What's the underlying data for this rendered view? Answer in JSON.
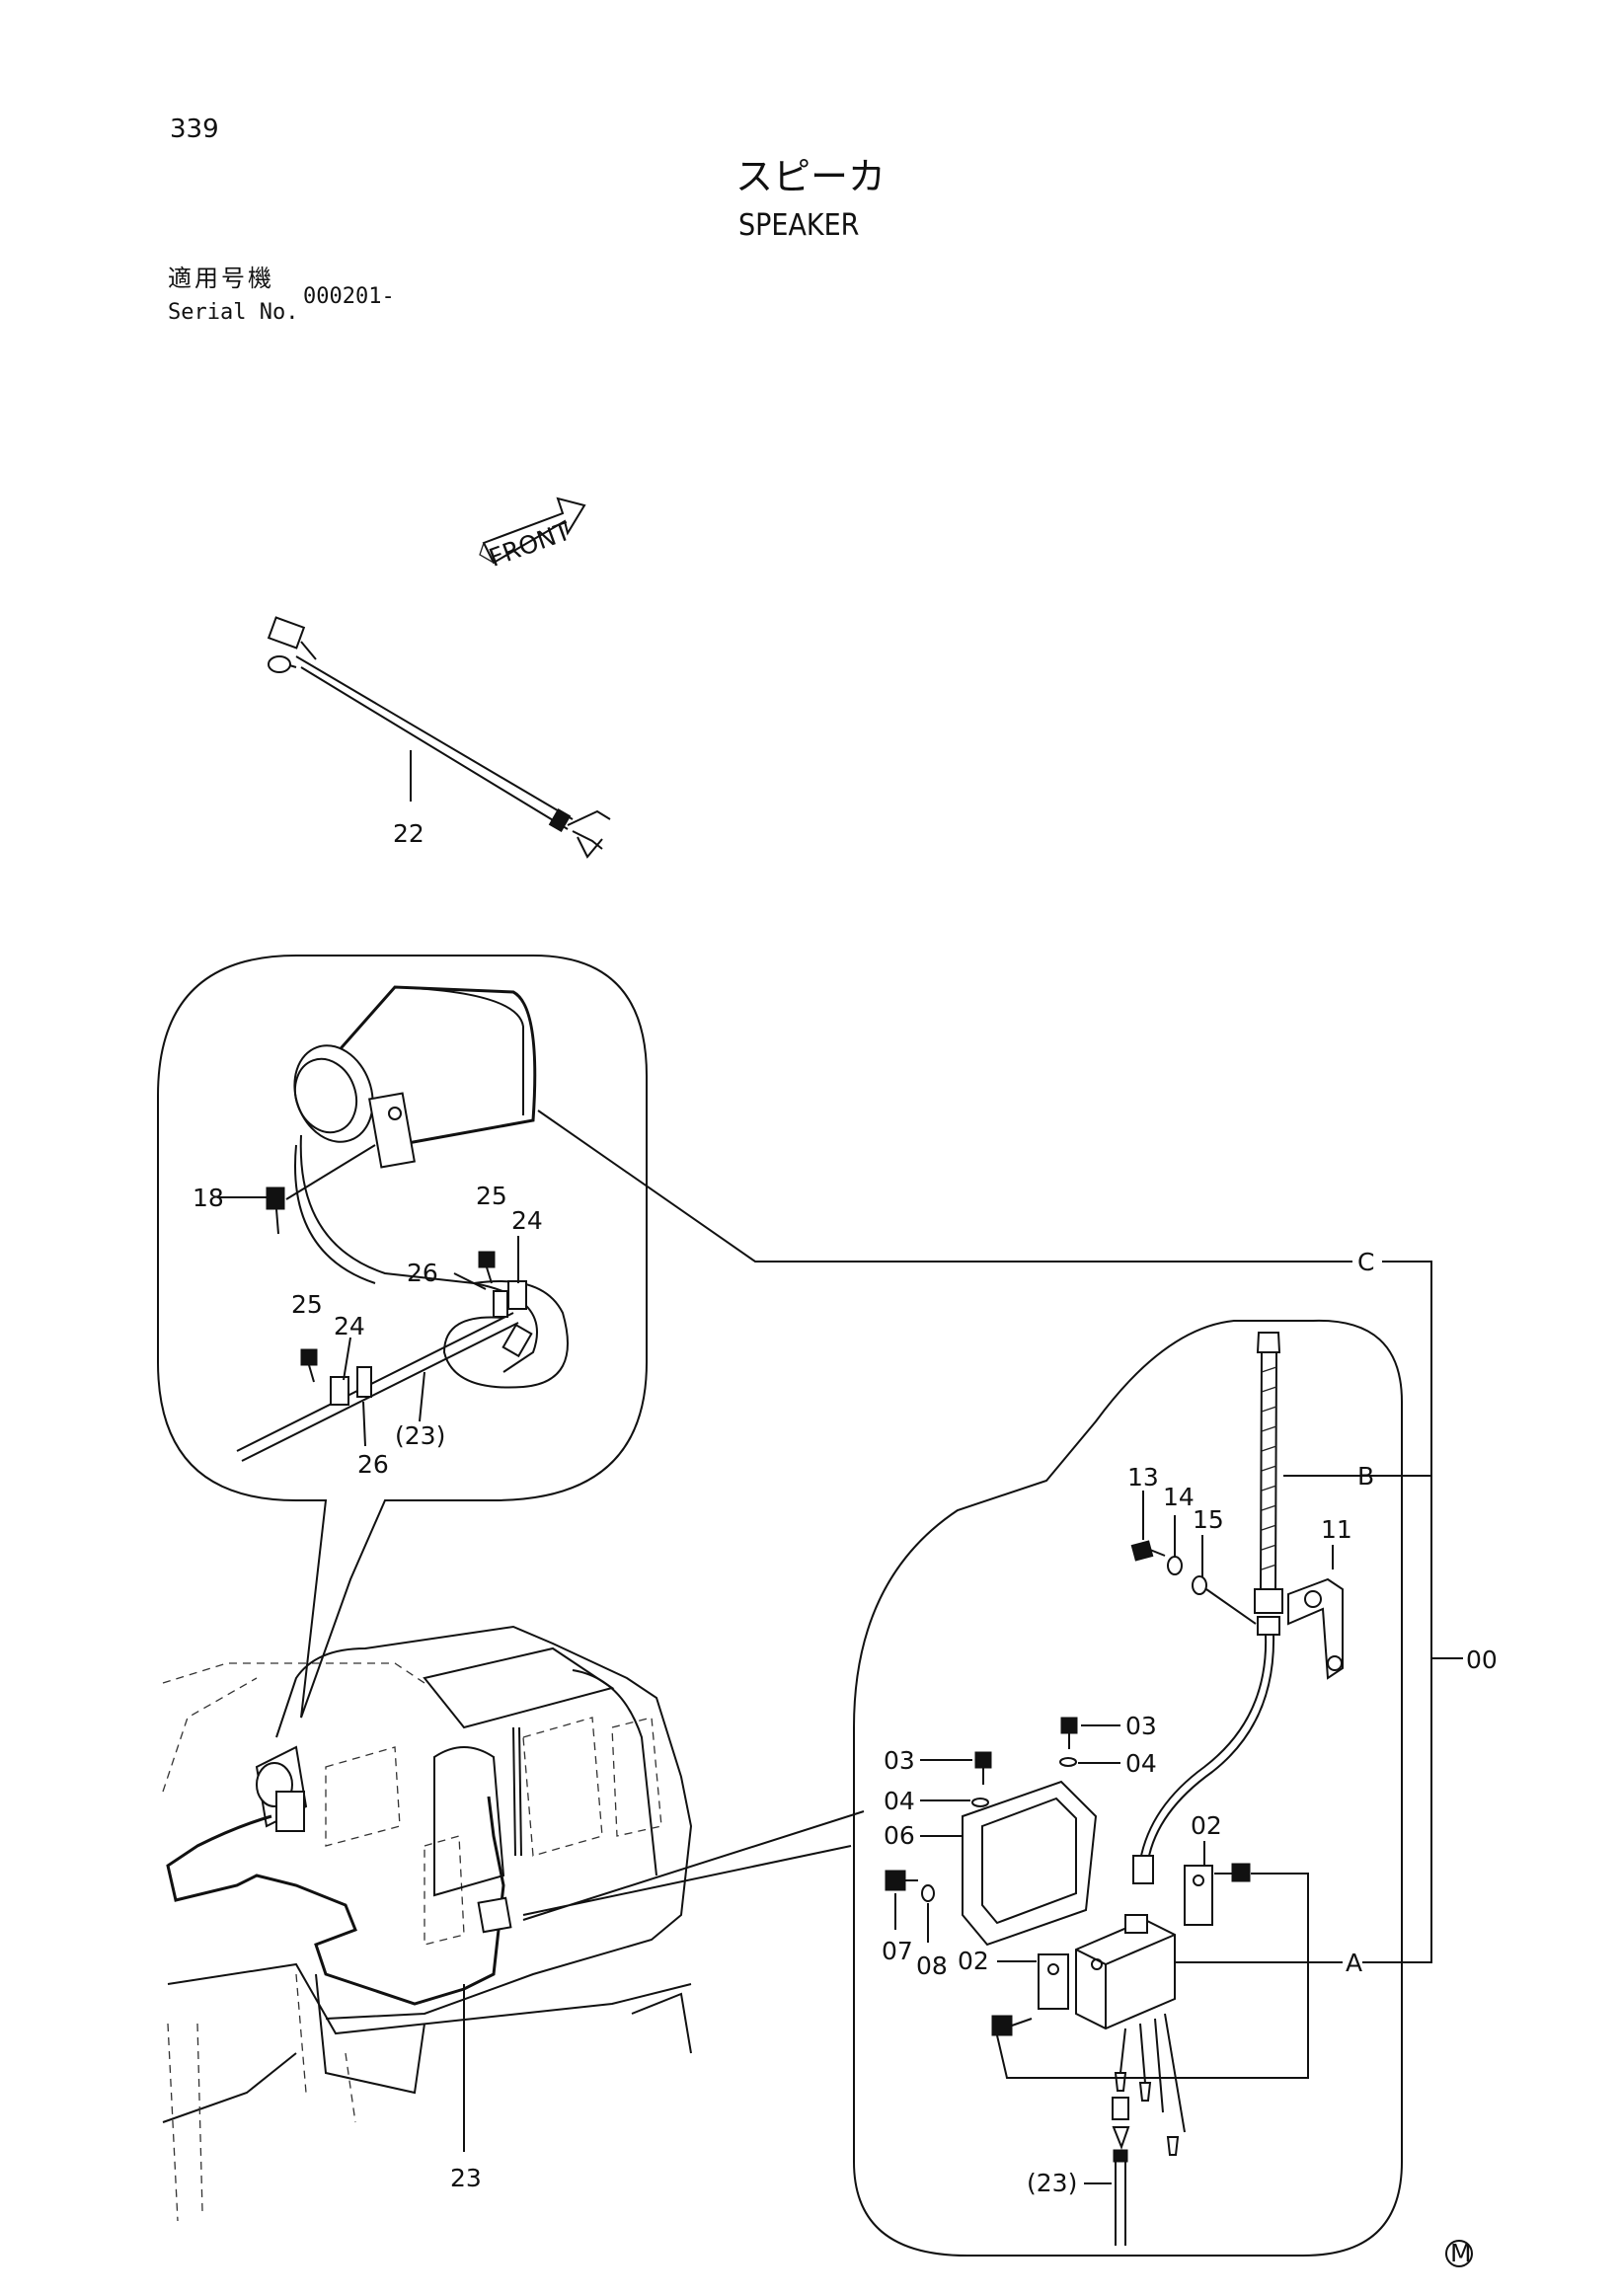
{
  "header": {
    "page_number": "339",
    "title_jp": "スピーカ",
    "title_en": "SPEAKER",
    "serial_label_jp": "適用号機",
    "serial_label_en": "Serial No.",
    "serial_value": "000201-"
  },
  "front_arrow_label": "FRONT",
  "callouts": {
    "c22": "22",
    "c18": "18",
    "c25a": "25",
    "c24a": "24",
    "c26a": "26",
    "c25b": "25",
    "c24b": "24",
    "c26b": "26",
    "c23a": "(23)",
    "c23": "23",
    "c13": "13",
    "c14": "14",
    "c15": "15",
    "c11": "11",
    "c03a": "03",
    "c03b": "03",
    "c04a": "04",
    "c04b": "04",
    "c06": "06",
    "c07": "07",
    "c08": "08",
    "c02a": "02",
    "c02b": "02",
    "c23b": "(23)",
    "cA": "A",
    "cB": "B",
    "cC": "C",
    "c00": "00"
  },
  "footer_mark": "M"
}
